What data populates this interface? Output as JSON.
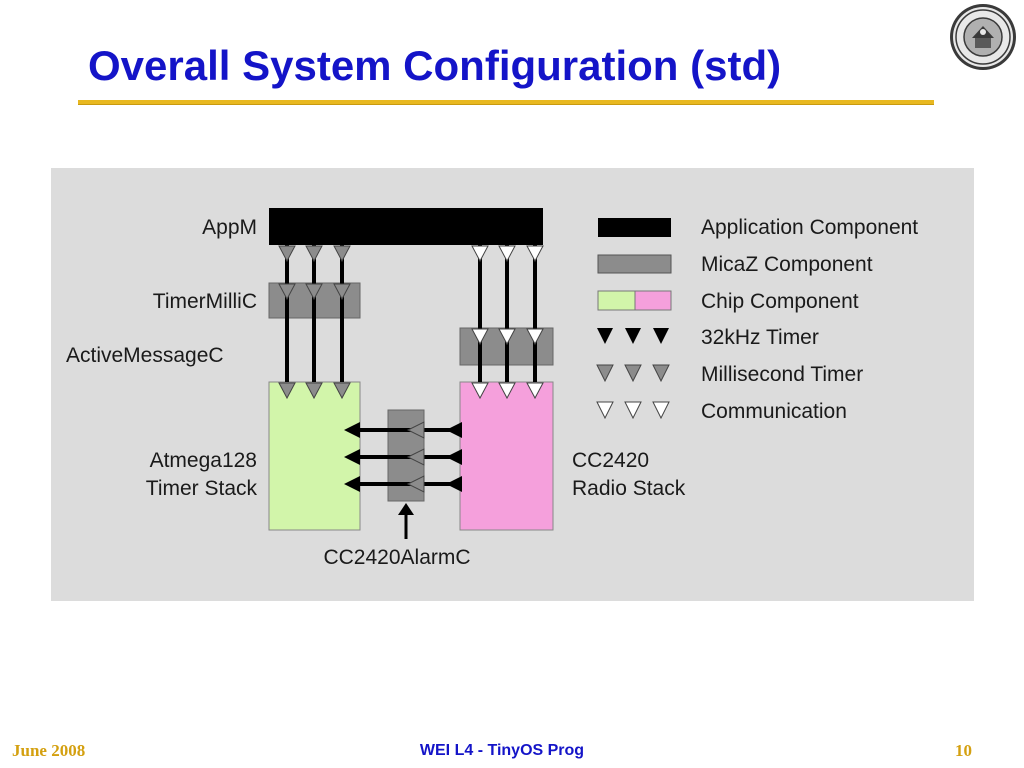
{
  "slide": {
    "title": "Overall System Configuration (std)",
    "seal_emblem": "university-seal-icon",
    "colors": {
      "title": "#1414c8",
      "rule": "#e8b820",
      "footer_gold": "#d4a010",
      "panel_bg": "#dcdcdc",
      "application_component": "#000000",
      "micaz_component": "#8c8c8c",
      "chip_atmega": "#d2f5aa",
      "chip_cc2420": "#f5a0dc"
    }
  },
  "diagram": {
    "components": {
      "appm": "AppM",
      "timer_milli": "TimerMilliC",
      "active_message": "ActiveMessageC",
      "atmega_line1": "Atmega128",
      "atmega_line2": "Timer Stack",
      "cc2420_line1": "CC2420",
      "cc2420_line2": "Radio Stack",
      "alarm": "CC2420AlarmC"
    },
    "legend": [
      {
        "label": "Application Component",
        "icon": "black-bar-icon"
      },
      {
        "label": "MicaZ Component",
        "icon": "gray-bar-icon"
      },
      {
        "label": "Chip Component",
        "icon": "green-pink-bar-icon"
      },
      {
        "label": "32kHz Timer",
        "icon": "black-triangles-icon"
      },
      {
        "label": "Millisecond Timer",
        "icon": "gray-triangles-icon"
      },
      {
        "label": "Communication",
        "icon": "white-triangles-icon"
      }
    ]
  },
  "footer": {
    "date": "June 2008",
    "course": "WEI L4 - TinyOS Prog",
    "page": "10"
  }
}
